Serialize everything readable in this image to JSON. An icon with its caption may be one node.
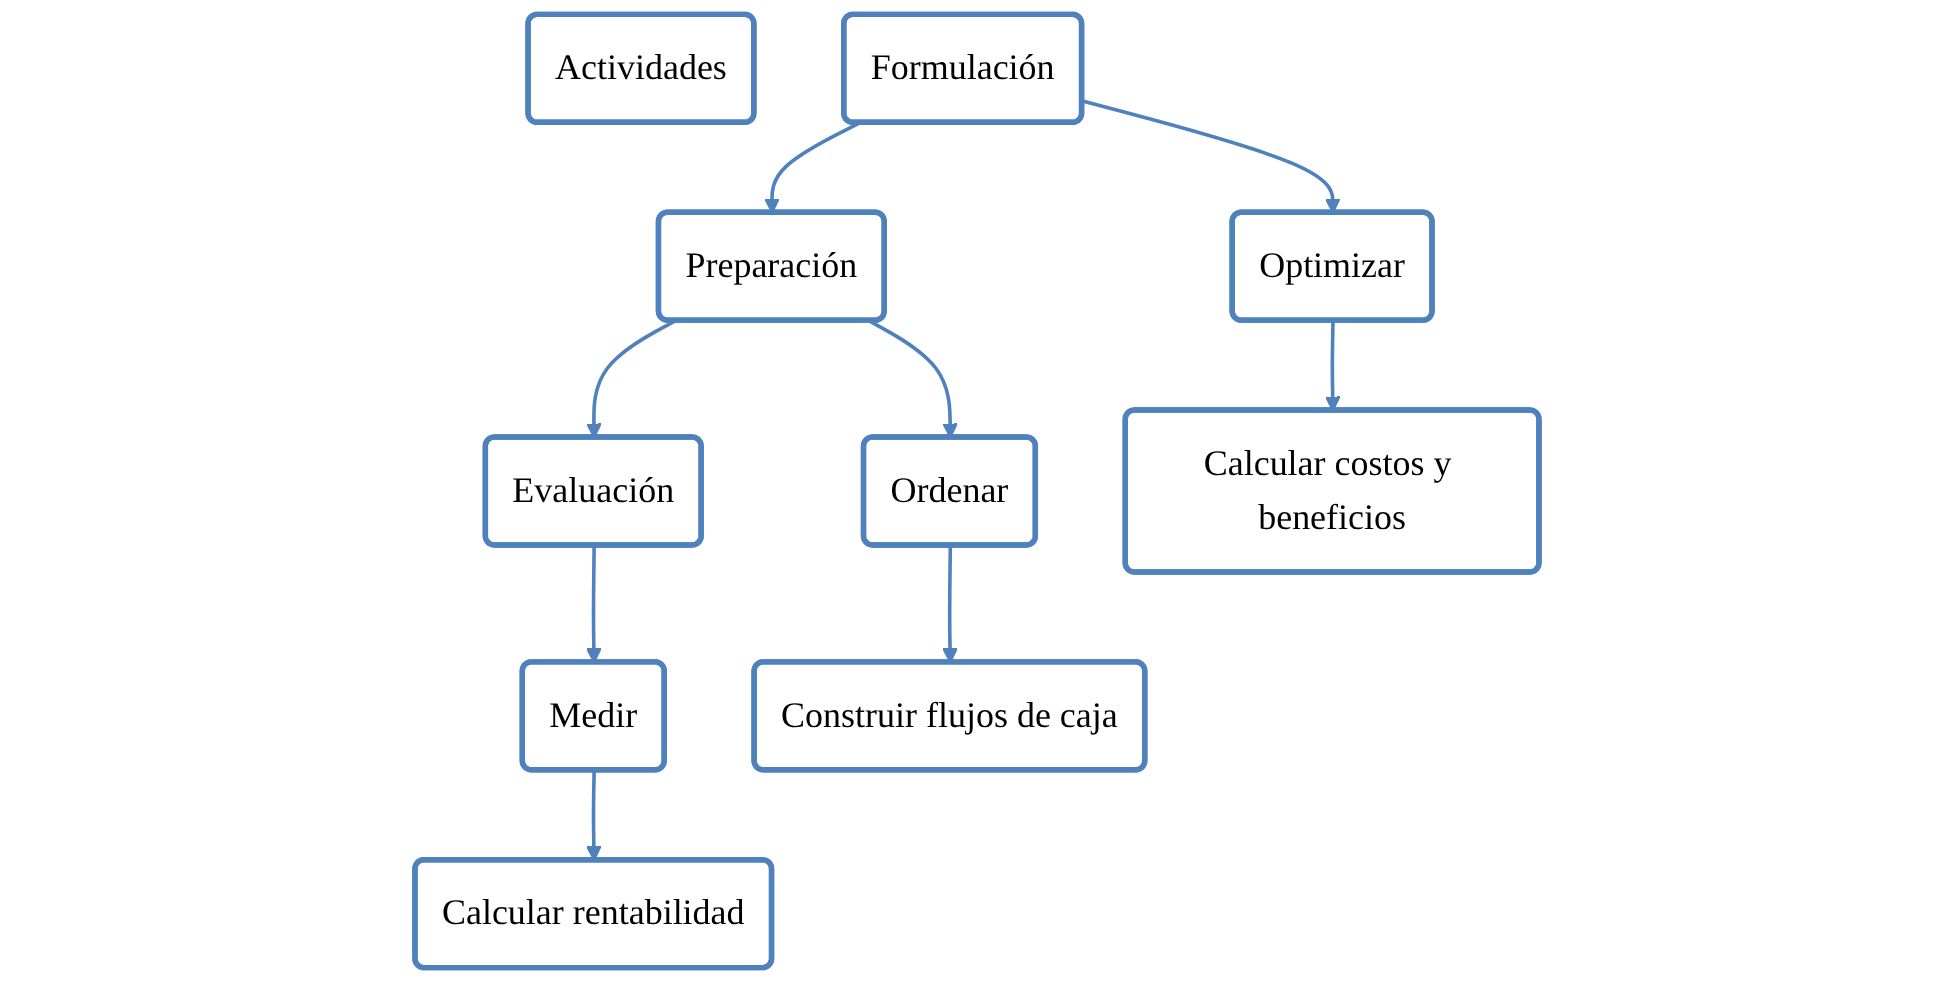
{
  "diagram": {
    "nodes": [
      {
        "text": [
          "Actividades"
        ]
      },
      {
        "text": [
          "Formulación"
        ]
      },
      {
        "text": [
          "Preparación"
        ]
      },
      {
        "text": [
          "Evaluación"
        ]
      },
      {
        "text": [
          "Optimizar"
        ]
      },
      {
        "text": [
          "Ordenar"
        ]
      },
      {
        "text": [
          "Medir"
        ]
      },
      {
        "text": [
          "Calcular costos y beneficios"
        ]
      },
      {
        "text": [
          "Construir flujos de caja"
        ]
      },
      {
        "text": [
          "Calcular rentabilidad"
        ]
      }
    ],
    "edges": [
      {
        "from": 1,
        "to": 2,
        "arrow": "to"
      },
      {
        "from": 2,
        "to": 3,
        "arrow": "to"
      },
      {
        "from": 1,
        "to": 4,
        "arrow": "to"
      },
      {
        "from": 4,
        "to": 7,
        "arrow": "to"
      },
      {
        "from": 2,
        "to": 5,
        "arrow": "to"
      },
      {
        "from": 5,
        "to": 8,
        "arrow": "to"
      },
      {
        "from": 3,
        "to": 6,
        "arrow": "to"
      },
      {
        "from": 6,
        "to": 9,
        "arrow": "to"
      }
    ]
  }
}
